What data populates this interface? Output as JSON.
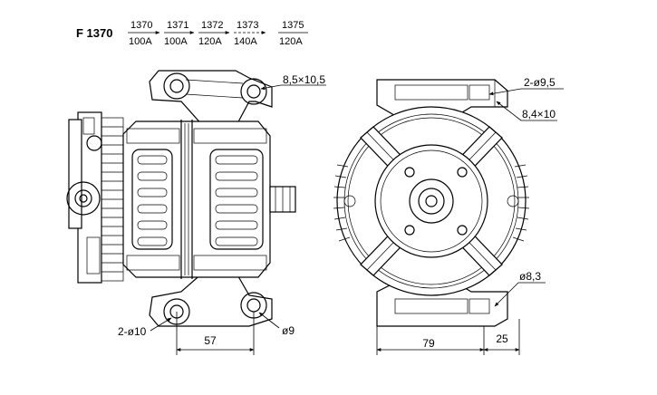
{
  "header": {
    "model": "F 1370",
    "variants": [
      {
        "code": "1370",
        "current": "100A"
      },
      {
        "code": "1371",
        "current": "100A"
      },
      {
        "code": "1372",
        "current": "120A"
      },
      {
        "code": "1373",
        "current": "140A"
      },
      {
        "code": "1375",
        "current": "120A"
      }
    ]
  },
  "side_view": {
    "slot_label": "8,5×10,5",
    "holes_label": "2-ø10",
    "hole_label": "ø9",
    "width_label": "57"
  },
  "front_view": {
    "top_holes_label": "2-ø9,5",
    "top_slot_label": "8,4×10",
    "bottom_hole_label": "ø8,3",
    "width_label": "79",
    "offset_label": "25"
  }
}
